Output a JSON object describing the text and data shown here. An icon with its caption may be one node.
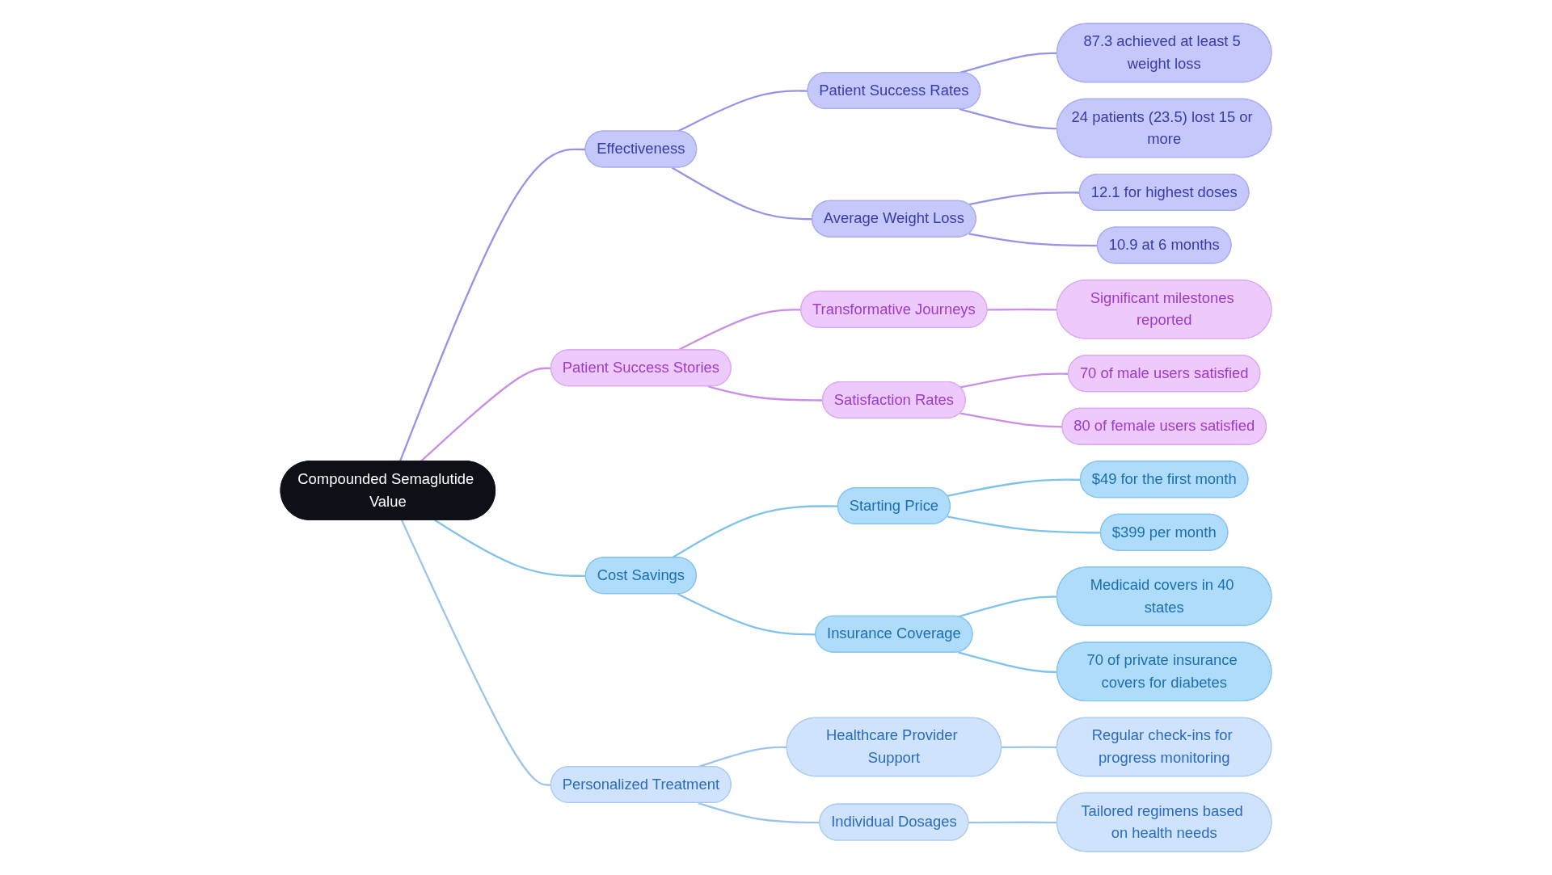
{
  "diagram": {
    "nodes": [
      {
        "text": [
          "Compounded Semaglutide Value"
        ]
      },
      {
        "text": [
          "Effectiveness"
        ]
      },
      {
        "text": [
          "Patient Success Rates"
        ]
      },
      {
        "text": [
          "87.3 achieved at least 5 weight loss"
        ]
      },
      {
        "text": [
          "24 patients (23.5) lost 15 or more"
        ]
      },
      {
        "text": [
          "Average Weight Loss"
        ]
      },
      {
        "text": [
          "12.1 for highest doses"
        ]
      },
      {
        "text": [
          "10.9 at 6 months"
        ]
      },
      {
        "text": [
          "Patient Success Stories"
        ]
      },
      {
        "text": [
          "Transformative Journeys"
        ]
      },
      {
        "text": [
          "Significant milestones reported"
        ]
      },
      {
        "text": [
          "Satisfaction Rates"
        ]
      },
      {
        "text": [
          "70 of male users satisfied"
        ]
      },
      {
        "text": [
          "80 of female users satisfied"
        ]
      },
      {
        "text": [
          "Cost Savings"
        ]
      },
      {
        "text": [
          "Starting Price"
        ]
      },
      {
        "text": [
          "$49 for the first month"
        ]
      },
      {
        "text": [
          "$399 per month"
        ]
      },
      {
        "text": [
          "Insurance Coverage"
        ]
      },
      {
        "text": [
          "Medicaid covers in 40 states"
        ]
      },
      {
        "text": [
          "70 of private insurance covers for diabetes"
        ]
      },
      {
        "text": [
          "Personalized Treatment"
        ]
      },
      {
        "text": [
          "Healthcare Provider Support"
        ]
      },
      {
        "text": [
          "Regular check-ins for progress monitoring"
        ]
      },
      {
        "text": [
          "Individual Dosages"
        ]
      },
      {
        "text": [
          "Tailored regimens based on health needs"
        ]
      }
    ],
    "edges": [
      {
        "from": 0,
        "to": 1,
        "arrow": "none",
        "color": "#9493e6"
      },
      {
        "from": 1,
        "to": 2,
        "arrow": "none",
        "color": "#9493e6"
      },
      {
        "from": 2,
        "to": 3,
        "arrow": "none",
        "color": "#9493e6"
      },
      {
        "from": 2,
        "to": 4,
        "arrow": "none",
        "color": "#9493e6"
      },
      {
        "from": 1,
        "to": 5,
        "arrow": "none",
        "color": "#9493e6"
      },
      {
        "from": 5,
        "to": 6,
        "arrow": "none",
        "color": "#9493e6"
      },
      {
        "from": 5,
        "to": 7,
        "arrow": "none",
        "color": "#9493e6"
      },
      {
        "from": 0,
        "to": 8,
        "arrow": "none",
        "color": "#c98ee6"
      },
      {
        "from": 8,
        "to": 9,
        "arrow": "none",
        "color": "#c98ee6"
      },
      {
        "from": 9,
        "to": 10,
        "arrow": "none",
        "color": "#c98ee6"
      },
      {
        "from": 8,
        "to": 11,
        "arrow": "none",
        "color": "#c98ee6"
      },
      {
        "from": 11,
        "to": 12,
        "arrow": "none",
        "color": "#c98ee6"
      },
      {
        "from": 11,
        "to": 13,
        "arrow": "none",
        "color": "#c98ee6"
      },
      {
        "from": 0,
        "to": 14,
        "arrow": "none"
      },
      {
        "from": 14,
        "to": 15,
        "arrow": "none"
      },
      {
        "from": 15,
        "to": 16,
        "arrow": "none"
      },
      {
        "from": 15,
        "to": 17,
        "arrow": "none"
      },
      {
        "from": 14,
        "to": 18,
        "arrow": "none"
      },
      {
        "from": 18,
        "to": 19,
        "arrow": "none"
      },
      {
        "from": 18,
        "to": 20,
        "arrow": "none"
      },
      {
        "from": 0,
        "to": 21,
        "arrow": "none",
        "color": "#9cc4ea"
      },
      {
        "from": 21,
        "to": 22,
        "arrow": "none",
        "color": "#9cc4ea"
      },
      {
        "from": 22,
        "to": 23,
        "arrow": "none",
        "color": "#9cc4ea"
      },
      {
        "from": 21,
        "to": 24,
        "arrow": "none",
        "color": "#9cc4ea"
      },
      {
        "from": 24,
        "to": 25,
        "arrow": "none",
        "color": "#9cc4ea"
      }
    ]
  }
}
